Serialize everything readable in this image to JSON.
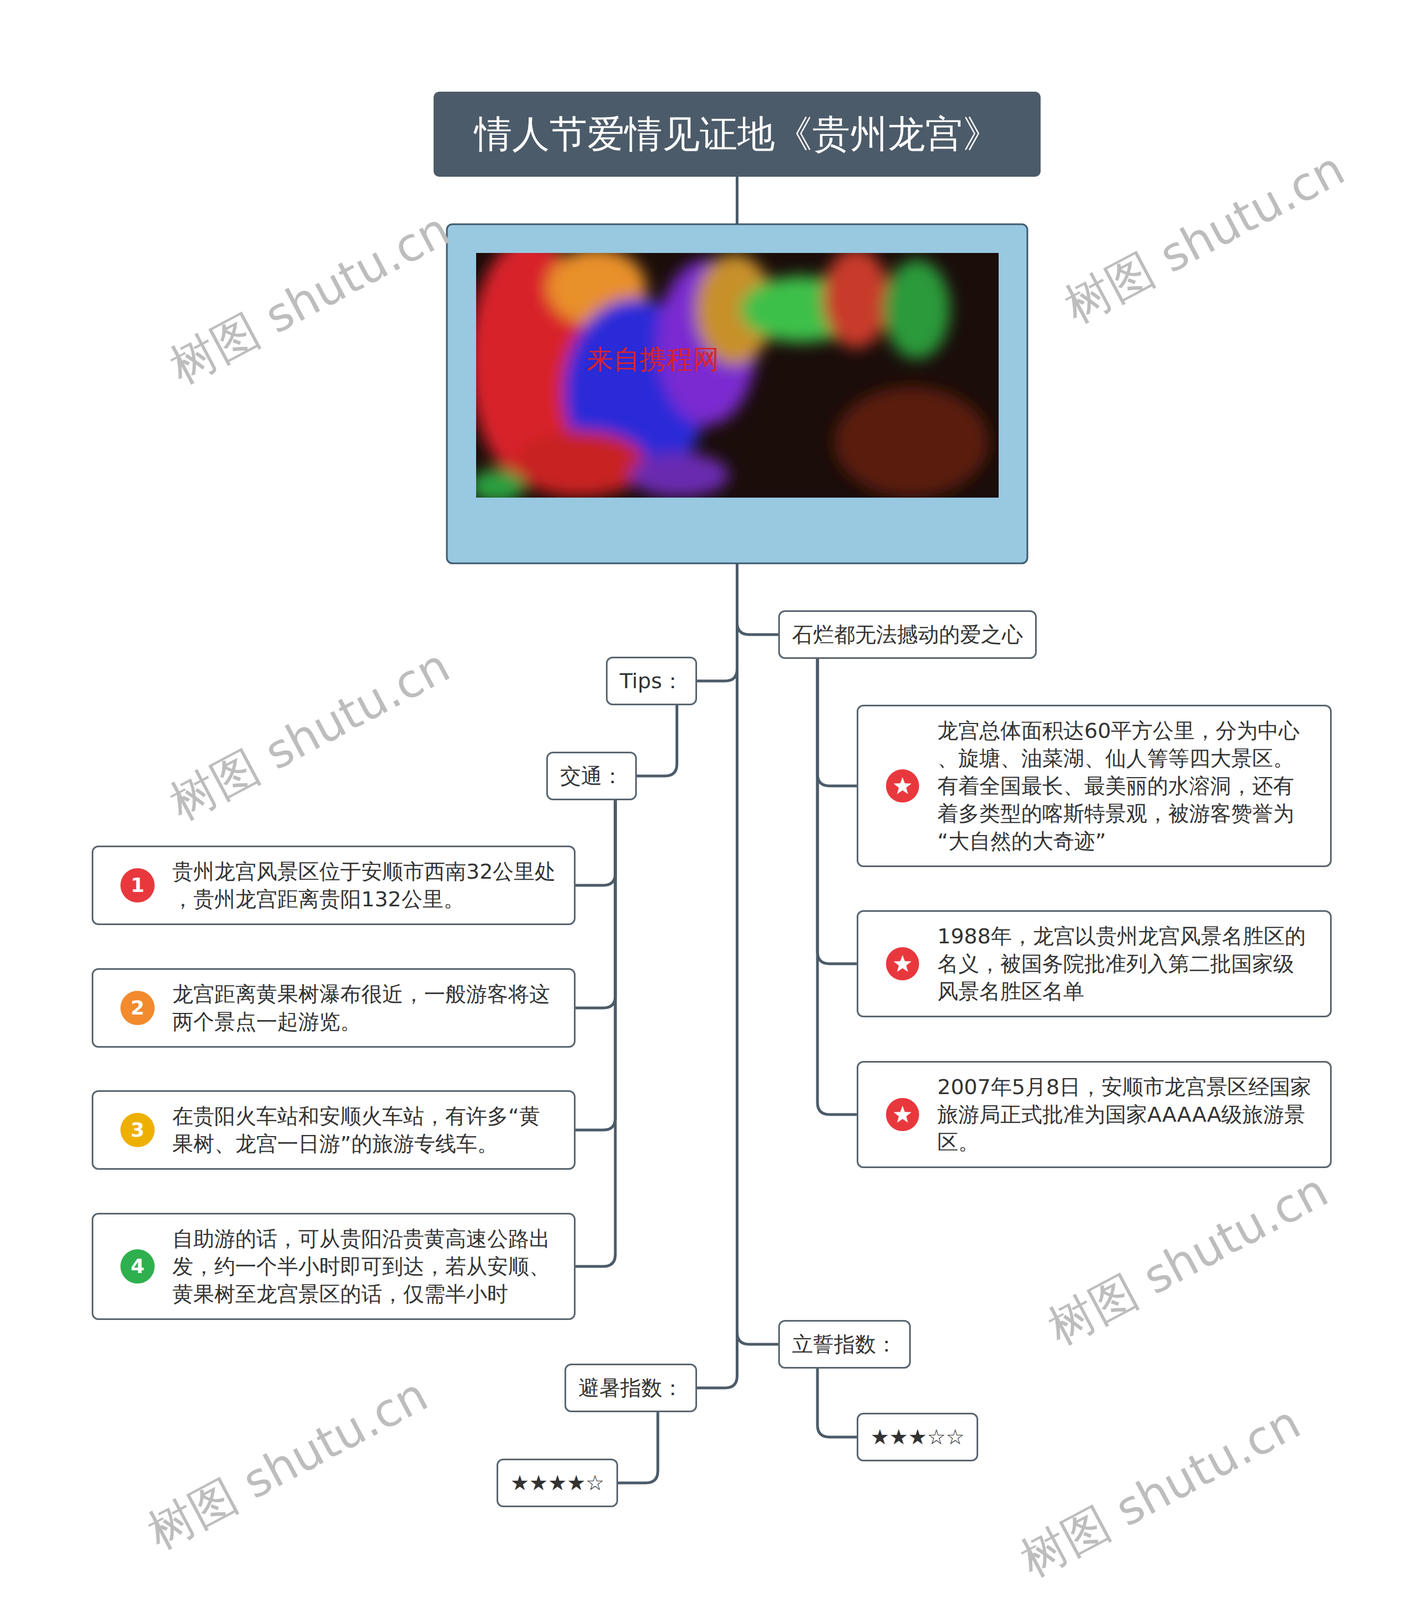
{
  "diagram": {
    "nodes": [
      {
        "text": [
          "情人节爱情见证地《贵州龙宫》"
        ]
      },
      {
        "text": [
          "石烂都无法撼动的爱之心"
        ]
      },
      {
        "text": [
          "龙宫总体面积达60平方公里，分为中心 、旋塘、油菜湖、仙人箐等四大景区。 有着全国最长、最美丽的水溶洞，还有 着多类型的喀斯特景观，被游客赞誉为 “大自然的大奇迹”"
        ]
      },
      {
        "text": [
          "1988年，龙宫以贵州龙宫风景名胜区的 名义，被国务院批准列入第二批国家级 风景名胜区名单"
        ]
      },
      {
        "text": [
          "2007年5月8日，安顺市龙宫景区经国家 旅游局正式批准为国家AAAAA级旅游景 区。"
        ]
      },
      {
        "text": [
          "Tips："
        ]
      },
      {
        "text": [
          "交通："
        ]
      },
      {
        "text": [
          "贵州龙宫风景区位于安顺市西南32公里处 ，贵州龙宫距离贵阳132公里。"
        ]
      },
      {
        "text": [
          "龙宫距离黄果树瀑布很近，一般游客将这 两个景点一起游览。"
        ]
      },
      {
        "text": [
          "在贵阳火车站和安顺火车站，有许多“黄 果树、龙宫一日游”的旅游专线车。"
        ]
      },
      {
        "text": [
          "自助游的话，可从贵阳沿贵黄高速公路出 发，约一个半小时即可到达，若从安顺、 黄果树至龙宫景区的话，仅需半小时"
        ]
      },
      {
        "text": [
          "立誓指数："
        ]
      },
      {
        "text": [
          "★★★☆☆"
        ]
      },
      {
        "text": [
          "避暑指数："
        ]
      },
      {
        "text": [
          "★★★★☆"
        ]
      }
    ],
    "edges": [
      {
        "from": 0,
        "to": 1,
        "arrow": "none"
      },
      {
        "from": 1,
        "to": 2,
        "arrow": "none"
      },
      {
        "from": 1,
        "to": 3,
        "arrow": "none"
      },
      {
        "from": 1,
        "to": 4,
        "arrow": "none"
      },
      {
        "from": 0,
        "to": 5,
        "arrow": "none"
      },
      {
        "from": 5,
        "to": 6,
        "arrow": "none"
      },
      {
        "from": 6,
        "to": 7,
        "arrow": "none"
      },
      {
        "from": 6,
        "to": 8,
        "arrow": "none"
      },
      {
        "from": 6,
        "to": 9,
        "arrow": "none"
      },
      {
        "from": 6,
        "to": 10,
        "arrow": "none"
      },
      {
        "from": 0,
        "to": 11,
        "arrow": "none"
      },
      {
        "from": 11,
        "to": 12,
        "arrow": "none"
      },
      {
        "from": 0,
        "to": 13,
        "arrow": "none"
      },
      {
        "from": 13,
        "to": 14,
        "arrow": "none"
      }
    ],
    "labels": [
      "1",
      "2",
      "3",
      "4",
      "来自携程网",
      "树图 shutu.cn",
      "树图 shutu.cn",
      "树图 shutu.cn",
      "树图 shutu.cn",
      "树图 shutu.cn",
      "树图 shutu.cn"
    ]
  }
}
